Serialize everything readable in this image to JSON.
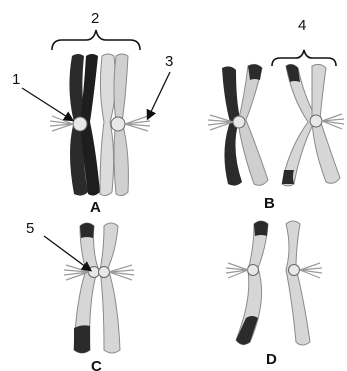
{
  "labels": {
    "n1": "1",
    "n2": "2",
    "n3": "3",
    "n4": "4",
    "n5": "5",
    "A": "A",
    "B": "B",
    "C": "C",
    "D": "D"
  },
  "colors": {
    "dark_chromatid": "#2b2b2b",
    "light_chromatid": "#d9d9d9",
    "outline": "#8a8a8a",
    "spindle_fiber": "#9a9a9a",
    "arrow": "#111111"
  }
}
